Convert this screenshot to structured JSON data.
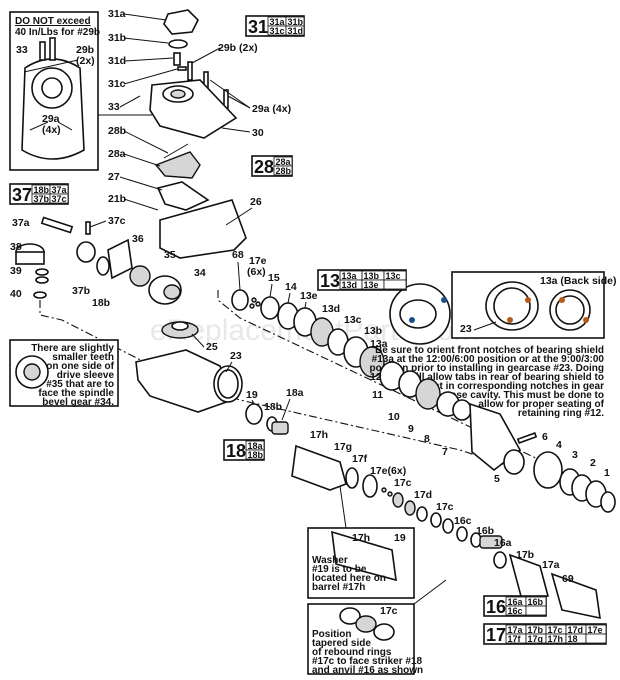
{
  "diagram": {
    "watermark": "eReplacementParts.com",
    "notes": {
      "torque": {
        "line1": "DO NOT exceed",
        "line2": "40 In/Lbs for #29b",
        "inset_labels": [
          "33",
          "29b",
          "(2x)",
          "29a",
          "(4x)"
        ]
      },
      "drive_sleeve": {
        "lines": [
          "There are slightly",
          "smaller teeth",
          "on one side of",
          "drive sleeve",
          "#35 that are to",
          "face the spindle",
          "bevel gear #34."
        ]
      },
      "bearing_shield": {
        "inset_labels": [
          "13a (Back side)",
          "23",
          "13a"
        ],
        "lines": [
          "Be sure to orient front notches of bearing shield",
          "#13a at the 12:00/6:00 position or at the 9:00/3:00",
          "position prior to installing in gearcase #23. Doing",
          "so will allow tabs in rear of bearing shield to",
          "seat in corresponding notches in gear",
          "case cavity. This must be done to",
          "allow for proper seating of",
          "retaining ring #12."
        ]
      },
      "washer": {
        "inset_labels": [
          "17h",
          "19"
        ],
        "lines": [
          "Washer",
          "#19 is to be",
          "located here on",
          "barrel #17h"
        ]
      },
      "rebound": {
        "inset_labels": [
          "17c"
        ],
        "lines": [
          "Position",
          "tapered side",
          "of rebound rings",
          "#17c to face striker #18",
          "and anvil #16 as shown"
        ]
      }
    },
    "assemblies": [
      {
        "id": "31",
        "cells": [
          [
            "31a",
            "31b"
          ],
          [
            "31c",
            "31d"
          ]
        ]
      },
      {
        "id": "28",
        "cells": [
          [
            "28a"
          ],
          [
            "28b"
          ]
        ]
      },
      {
        "id": "37",
        "cells": [
          [
            "18b",
            "37a"
          ],
          [
            "37b",
            "37c"
          ]
        ]
      },
      {
        "id": "13",
        "cells": [
          [
            "13a",
            "13b",
            "13c"
          ],
          [
            "13d",
            "13e",
            ""
          ]
        ]
      },
      {
        "id": "18",
        "cells": [
          [
            "18a"
          ],
          [
            "18b"
          ]
        ]
      },
      {
        "id": "16",
        "cells": [
          [
            "16a",
            "16b"
          ],
          [
            "16c",
            ""
          ]
        ]
      },
      {
        "id": "17",
        "cells": [
          [
            "17a",
            "17b",
            "17c",
            "17d",
            "17e"
          ],
          [
            "17f",
            "17g",
            "17h",
            "18",
            ""
          ]
        ]
      }
    ],
    "part_labels": {
      "p31a": "31a",
      "p31b": "31b",
      "p31d": "31d",
      "p31c": "31c",
      "p33": "33",
      "p29b": "29b (2x)",
      "p29a": "29a (4x)",
      "p30": "30",
      "p28b": "28b",
      "p28a": "28a",
      "p27": "27",
      "p21b": "21b",
      "p26": "26",
      "p37a": "37a",
      "p37c": "37c",
      "p38": "38",
      "p39": "39",
      "p40": "40",
      "p37b": "37b",
      "p18b_top": "18b",
      "p36": "36",
      "p35": "35",
      "p34": "34",
      "p68": "68",
      "p17e_top": "17e",
      "p17e_top_q": "(6x)",
      "p15": "15",
      "p14": "14",
      "p13e": "13e",
      "p13d": "13d",
      "p13c": "13c",
      "p13b": "13b",
      "p13a": "13a",
      "p25": "25",
      "p23": "23",
      "p19": "19",
      "p18b": "18b",
      "p18a": "18a",
      "p17h": "17h",
      "p17g": "17g",
      "p17f": "17f",
      "p17e": "17e(6x)",
      "p17c": "17c",
      "p17d": "17d",
      "p17c2": "17c",
      "p16c": "16c",
      "p16b": "16b",
      "p16a": "16a",
      "p17b": "17b",
      "p17a": "17a",
      "p69": "69",
      "p12": "12",
      "p11": "11",
      "p10": "10",
      "p9": "9",
      "p8": "8",
      "p7": "7",
      "p6": "6",
      "p5": "5",
      "p4": "4",
      "p3": "3",
      "p2": "2",
      "p1": "1"
    },
    "colors": {
      "ink": "#111111",
      "accent_blue": "#1a4f8a",
      "accent_orange": "#b5581c",
      "shade": "#d6d6d6"
    }
  }
}
